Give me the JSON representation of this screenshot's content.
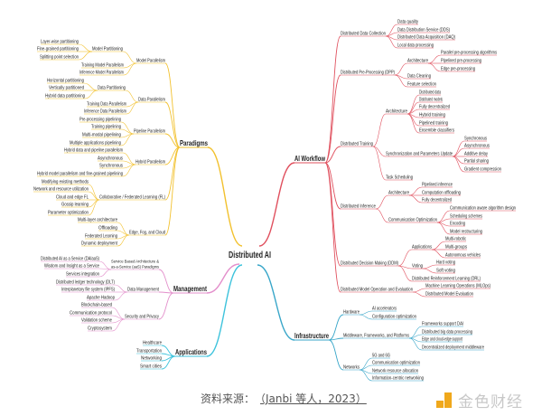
{
  "center": "Distributed AI",
  "branches": [
    {
      "key": "paradigms",
      "label": "Paradigms",
      "color": "#f2c12e",
      "children": [
        {
          "label": "Model Parallelism",
          "children": [
            {
              "label": "Model Partitioning",
              "children": [
                {
                  "label": "Layer-wise partitioning"
                },
                {
                  "label": "Fine-grained partitioning"
                },
                {
                  "label": "Splitting point selection"
                }
              ]
            },
            {
              "label": "Training Model Parallelism"
            },
            {
              "label": "Inference Model Parallelism"
            }
          ]
        },
        {
          "label": "Data Parallelism",
          "children": [
            {
              "label": "Data Partitioning",
              "children": [
                {
                  "label": "Horizontal partitioning"
                },
                {
                  "label": "Vertically partitioned"
                },
                {
                  "label": "Hybrid data partitioning"
                }
              ]
            },
            {
              "label": "Training Data Parallelism"
            },
            {
              "label": "Inference Data Parallelism"
            }
          ]
        },
        {
          "label": "Pipeline Parallelism",
          "children": [
            {
              "label": "Pre-processing pipelining"
            },
            {
              "label": "Training pipelining"
            },
            {
              "label": "Multi-modal pipelining"
            },
            {
              "label": "Multiple applications pipelining"
            }
          ]
        },
        {
          "label": "Hybrid Parallelism",
          "children": [
            {
              "label": "Hybrid data and pipeline parallelism"
            },
            {
              "label": "Asynchronous"
            },
            {
              "label": "Synchronous"
            },
            {
              "label": "Hybrid model parallelism and fine-grained pipelining"
            }
          ]
        },
        {
          "label": "Collaborative / Federated Learning (FL)",
          "children": [
            {
              "label": "Modifying existing methods"
            },
            {
              "label": "Network and resource utilization"
            },
            {
              "label": "Cloud and edge FL"
            },
            {
              "label": "Gossip learning"
            },
            {
              "label": "Parameter optimization"
            }
          ]
        },
        {
          "label": "Edge, Fog, and Cloud",
          "children": [
            {
              "label": "Multi-layer architecture"
            },
            {
              "label": "Offloading"
            },
            {
              "label": "Federated Learning"
            },
            {
              "label": "Dynamic deployment"
            }
          ]
        }
      ]
    },
    {
      "key": "management",
      "label": "Management",
      "color": "#e38fcb",
      "children": [
        {
          "label": "Service Based Architecture & as-a-Service (aaS) Paradigms",
          "lines": [
            "Service Based Architecture &",
            "as-a-Service (aaS) Paradigms"
          ],
          "children": [
            {
              "label": "Distributed AI as a Service (DAIaaS)"
            },
            {
              "label": "Wisdom and Insight as a Service"
            },
            {
              "label": "Services integration"
            }
          ]
        },
        {
          "label": "Data Management",
          "children": [
            {
              "label": "Distributed ledger technology (DLT)"
            },
            {
              "label": "Interplanetary file system (IPFS)"
            },
            {
              "label": "Apache Hadoop"
            }
          ]
        },
        {
          "label": "Security and Privacy",
          "children": [
            {
              "label": "Blockchain-based"
            },
            {
              "label": "Communication protocol"
            },
            {
              "label": "Validation scheme"
            },
            {
              "label": "Cryptosystem"
            }
          ]
        }
      ]
    },
    {
      "key": "applications",
      "label": "Applications",
      "color": "#3ec3dc",
      "children": [
        {
          "label": "Healthcare"
        },
        {
          "label": "Transportation"
        },
        {
          "label": "Networking"
        },
        {
          "label": "Smart cities"
        }
      ]
    },
    {
      "key": "ai_workflow",
      "label": "AI Workflow",
      "color": "#e0505e",
      "children": [
        {
          "label": "Distributed Data Collection",
          "children": [
            {
              "label": "Data quality"
            },
            {
              "label": "Data Distribution Service (DDS)"
            },
            {
              "label": "Distributed Data Acquisition (DAQ)"
            },
            {
              "label": "Local data processing"
            }
          ]
        },
        {
          "label": "Distributed Pre-Processing (DPP)",
          "children": [
            {
              "label": "Architecture",
              "children": [
                {
                  "label": "Parallel pre-processing algorithms"
                },
                {
                  "label": "Pipelined pre-processing"
                },
                {
                  "label": "Edge pre-processing"
                }
              ]
            },
            {
              "label": "Data Cleaning"
            },
            {
              "label": "Feature selection"
            }
          ]
        },
        {
          "label": "Distributed Training",
          "children": [
            {
              "label": "Architecture",
              "children": [
                {
                  "label": "Distributed data"
                },
                {
                  "label": "Distributed models"
                },
                {
                  "label": "Fully decentralized"
                },
                {
                  "label": "Hybrid training"
                },
                {
                  "label": "Pipelined training"
                },
                {
                  "label": "Ensemble classifiers"
                }
              ]
            },
            {
              "label": "Synchronization and Parameters Update",
              "children": [
                {
                  "label": "Synchronous"
                },
                {
                  "label": "Asynchronous"
                },
                {
                  "label": "Additive delay"
                },
                {
                  "label": "Partial sharing"
                },
                {
                  "label": "Gradient compression"
                }
              ]
            },
            {
              "label": "Task Scheduling"
            }
          ]
        },
        {
          "label": "Distributed Inference",
          "children": [
            {
              "label": "Architecture",
              "children": [
                {
                  "label": "Pipelined inference"
                },
                {
                  "label": "Computation offloading"
                },
                {
                  "label": "Fully decentralized"
                }
              ]
            },
            {
              "label": "Communication Optimization",
              "children": [
                {
                  "label": "Communication aware algorithm design"
                },
                {
                  "label": "Scheduling schemes"
                },
                {
                  "label": "Encoding"
                },
                {
                  "label": "Model restructuring"
                }
              ]
            }
          ]
        },
        {
          "label": "Distributed Decision Making (DDM)",
          "children": [
            {
              "label": "Applications",
              "children": [
                {
                  "label": "Multi-robotic"
                },
                {
                  "label": "Multi-groups"
                },
                {
                  "label": "Autonomous vehicles"
                }
              ]
            },
            {
              "label": "Voting",
              "children": [
                {
                  "label": "Hard voting"
                },
                {
                  "label": "Soft voting"
                }
              ]
            },
            {
              "label": "Distributed Reinforcement Learning (DRL)"
            }
          ]
        },
        {
          "label": "Distributed Model Operation and Evaluation",
          "children": [
            {
              "label": "Machine Learning Operations (MLOps)"
            },
            {
              "label": "Distributed Model Evaluation"
            }
          ]
        }
      ]
    },
    {
      "key": "infrastructure",
      "label": "Infrastructure",
      "color": "#38a6c9",
      "children": [
        {
          "label": "Hardware",
          "children": [
            {
              "label": "AI accelerators"
            },
            {
              "label": "Configuration optimization"
            }
          ]
        },
        {
          "label": "Middleware, Frameworks, and Platforms",
          "children": [
            {
              "label": "Frameworks support DAI"
            },
            {
              "label": "Distributed big data processing"
            },
            {
              "label": "Edge and cloud-edge support"
            },
            {
              "label": "Decentralized deployment middleware"
            }
          ]
        },
        {
          "label": "Networks",
          "children": [
            {
              "label": "5G and 6G"
            },
            {
              "label": "Communication optimization"
            },
            {
              "label": "Network resource allocation"
            },
            {
              "label": "Information-centric networking"
            }
          ]
        }
      ]
    }
  ],
  "footer": {
    "source_label": "资料来源：",
    "citation": "（Janbi 等人，2023）"
  },
  "logo": {
    "text": "金色财经",
    "mark_color": "#f0a81c"
  }
}
